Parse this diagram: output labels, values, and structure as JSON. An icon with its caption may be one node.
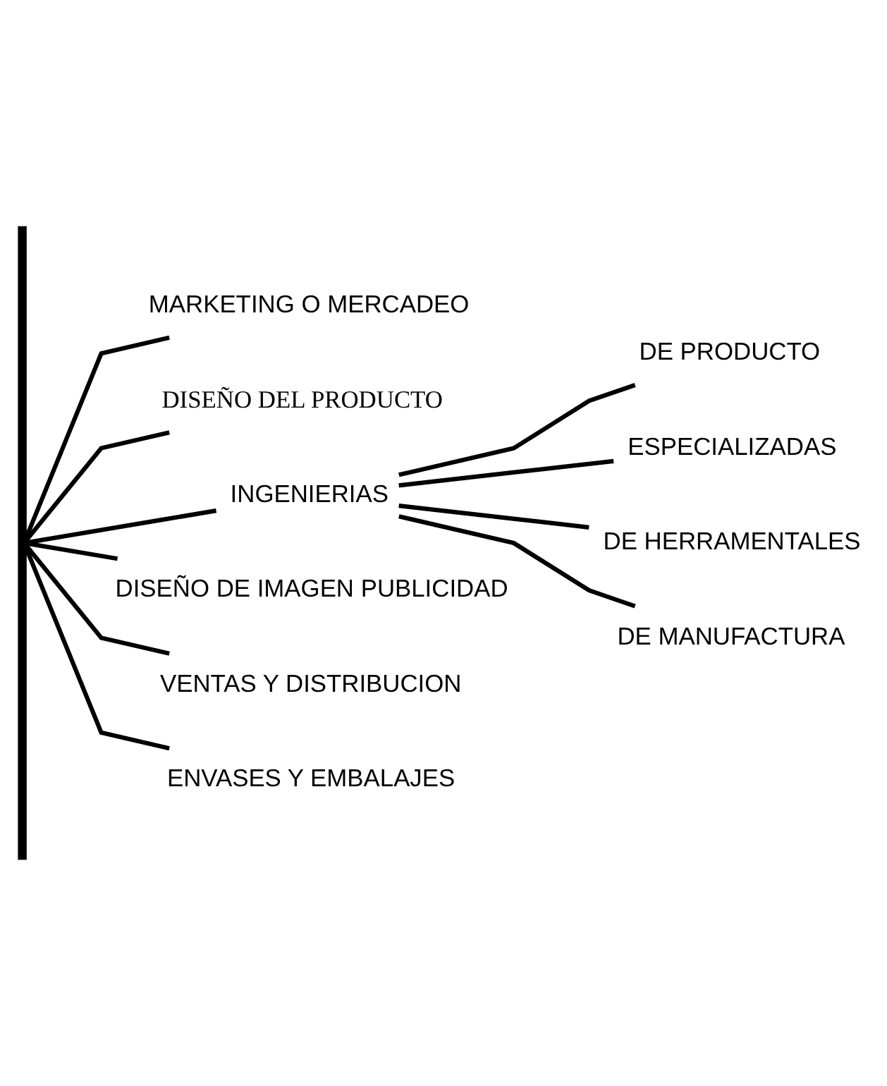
{
  "diagram": {
    "nodes": [
      {
        "text": [],
        "shape": "bar"
      },
      {
        "text": [
          "MARKETING O MERCADEO"
        ]
      },
      {
        "text": [
          "DISEÑO DEL PRODUCTO"
        ]
      },
      {
        "text": [
          "INGENIERIAS"
        ]
      },
      {
        "text": [
          "DE PRODUCTO"
        ]
      },
      {
        "text": [
          "ESPECIALIZADAS"
        ]
      },
      {
        "text": [
          "DE HERRAMENTALES"
        ]
      },
      {
        "text": [
          "DE MANUFACTURA"
        ]
      },
      {
        "text": [
          "DISEÑO DE IMAGEN PUBLICIDAD"
        ]
      },
      {
        "text": [
          "VENTAS Y DISTRIBUCION"
        ]
      },
      {
        "text": [
          "ENVASES Y EMBALAJES"
        ]
      }
    ],
    "edges": [
      {
        "from": 0,
        "to": 1,
        "arrow": "none"
      },
      {
        "from": 0,
        "to": 2,
        "arrow": "none"
      },
      {
        "from": 0,
        "to": 3,
        "arrow": "none"
      },
      {
        "from": 3,
        "to": 4,
        "arrow": "none"
      },
      {
        "from": 3,
        "to": 5,
        "arrow": "none"
      },
      {
        "from": 3,
        "to": 6,
        "arrow": "none"
      },
      {
        "from": 3,
        "to": 7,
        "arrow": "none"
      },
      {
        "from": 0,
        "to": 8,
        "arrow": "none"
      },
      {
        "from": 0,
        "to": 9,
        "arrow": "none"
      },
      {
        "from": 0,
        "to": 10,
        "arrow": "none"
      }
    ]
  }
}
